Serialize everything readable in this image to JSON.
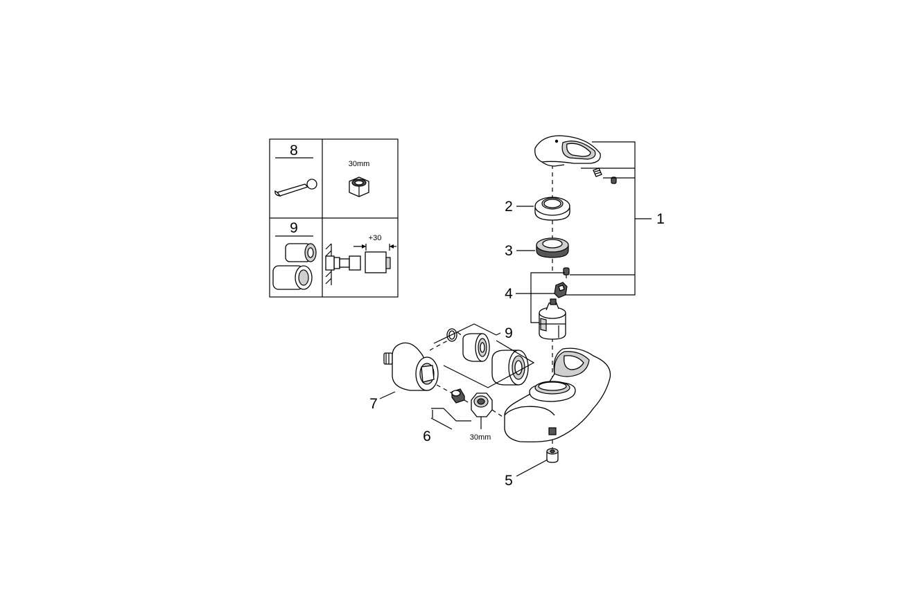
{
  "inset": {
    "cell_8": {
      "label": "8",
      "size_label": "30mm"
    },
    "cell_9": {
      "label": "9",
      "offset_label": "+30"
    }
  },
  "callouts": {
    "c1": "1",
    "c2": "2",
    "c3": "3",
    "c4": "4",
    "c5": "5",
    "c6": "6",
    "c7": "7",
    "c9": "9"
  },
  "nut_size_label": "30mm"
}
